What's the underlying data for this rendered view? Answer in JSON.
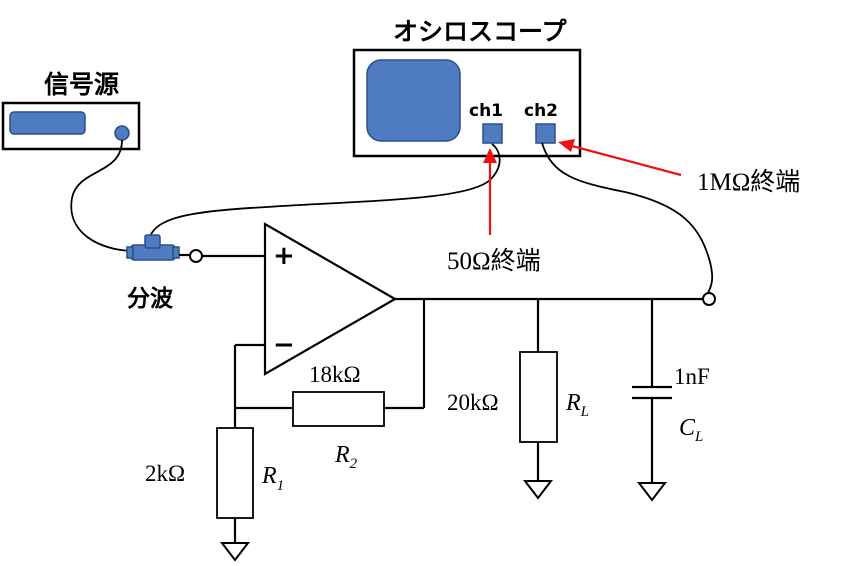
{
  "colors": {
    "instrument_blue": "#4f7bc0",
    "annotation_red": "#ee1111",
    "wire": "#000000"
  },
  "oscilloscope": {
    "title": "オシロスコープ",
    "ch1": "ch1",
    "ch2": "ch2"
  },
  "signal_generator": {
    "title": "信号源"
  },
  "splitter": {
    "label": "分波"
  },
  "annotations": {
    "ch1_termination": "50Ω終端",
    "ch2_termination": "1MΩ終端"
  },
  "opamp": {
    "plus": "+",
    "minus": "−"
  },
  "components": {
    "r1": {
      "value": "2kΩ",
      "symbol": "R",
      "subscript": "1"
    },
    "r2": {
      "value": "18kΩ",
      "symbol": "R",
      "subscript": "2"
    },
    "rl": {
      "value": "20kΩ",
      "symbol": "R",
      "subscript": "L"
    },
    "cl": {
      "value": "1nF",
      "symbol": "C",
      "subscript": "L"
    }
  },
  "icons": [
    "ground-symbol",
    "bnc-terminal",
    "tee-splitter",
    "screen",
    "knob"
  ]
}
